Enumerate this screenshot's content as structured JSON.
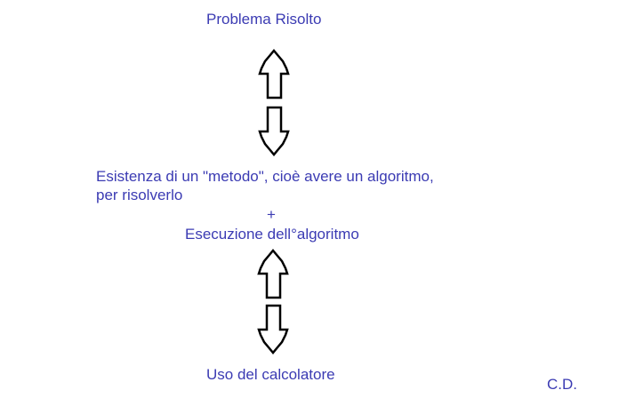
{
  "diagram": {
    "top": "Problema Risolto",
    "middle_line1": "Esistenza di un \"metodo\", cioè avere un algoritmo,",
    "middle_line2": "per risolverlo",
    "plus": "+",
    "middle_line3": "Esecuzione dell°algoritmo",
    "bottom": "Uso del calcolatore",
    "signature": "C.D.",
    "text_color": "#3b3bb3"
  }
}
